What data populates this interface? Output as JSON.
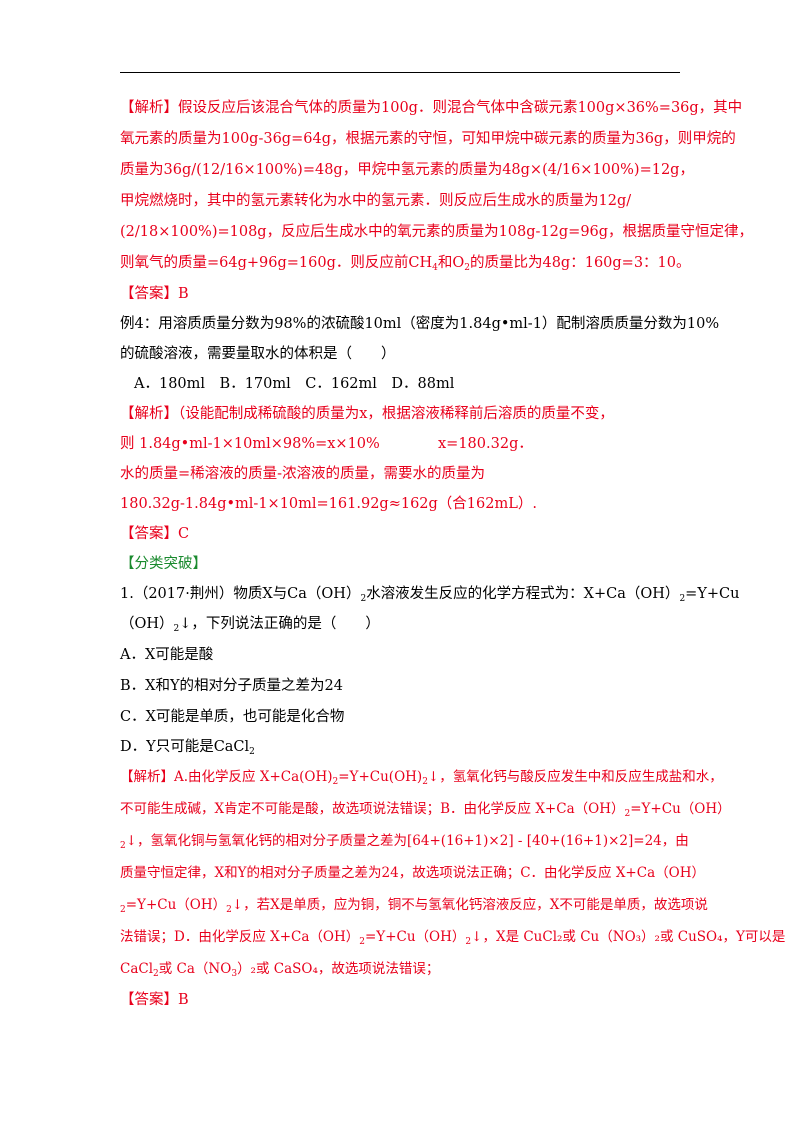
{
  "ex3_analysis": [
    "【解析】假设反应后该混合气体的质量为100g．则混合气体中含碳元素100g×36%=36g，其中",
    "氧元素的质量为100g-36g=64g，根据元素的守恒，可知甲烷中碳元素的质量为36g，则甲烷的",
    "质量为36g/(12/16×100%)=48g，甲烷中氢元素的质量为48g×(4/16×100%)=12g，",
    "甲烷燃烧时，其中的氢元素转化为水中的氢元素．则反应后生成水的质量为12g/",
    "(2/18×100%)=108g，反应后生成水中的氧元素的质量为108g-12g=96g，根据质量守恒定律，"
  ],
  "ex3_last": {
    "a": "则氧气的质量=64g+96g=160g．则反应前CH",
    "s1": "4",
    "b": "和O",
    "s2": "2",
    "c": "的质量比为48g：160g=3：10。"
  },
  "ex3_answer": "【答案】B",
  "ex4_q1": "例4：用溶质质量分数为98%的浓硫酸10ml（密度为1.84g•ml-1）配制溶质质量分数为10%",
  "ex4_q2": "的硫酸溶液，需要量取水的体积是（　　）",
  "ex4_options": "A．180ml　B．170ml　C．162ml　D．88ml",
  "ex4_analysis": [
    "【解析】（设能配制成稀硫酸的质量为x，根据溶液稀释前后溶质的质量不变，",
    "则 1.84g•ml-1×10ml×98%=x×10%",
    "x=180.32g．",
    "水的质量=稀溶液的质量-浓溶液的质量，需要水的质量为",
    "180.32g-1.84g•ml-1×10ml=161.92g≈162g（合162mL）."
  ],
  "ex4_answer": "【答案】C",
  "section": "【分类突破】",
  "q1_l1": {
    "a": "1.（2017·荆州）物质X与Ca（OH）",
    "s1": "2",
    "b": "水溶液发生反应的化学方程式为：X+Ca（OH）",
    "s2": "2",
    "c": "=Y+Cu"
  },
  "q1_l2": {
    "a": "（OH）",
    "s1": "2",
    "b": "↓，下列说法正确的是（　　）"
  },
  "q1_options": [
    "A．X可能是酸",
    "B．X和Y的相对分子质量之差为24",
    "C．X可能是单质，也可能是化合物"
  ],
  "q1_optD": {
    "a": "D．Y只可能是CaCl",
    "s1": "2"
  },
  "q1_analysis": [
    {
      "a": "【解析】A.由化学反应 X+Ca(OH)",
      "s1": "2",
      "b": "=Y+Cu(OH)",
      "s2": "2",
      "c": "↓，氢氧化钙与酸反应发生中和反应生成盐和水，"
    },
    {
      "a": "不可能生成碱，X肯定不可能是酸，故选项说法错误；B．由化学反应 X+Ca（OH）",
      "s1": "2",
      "b": "=Y+Cu（OH）",
      "s2": "",
      "c": ""
    },
    {
      "a": "",
      "s1": "2",
      "b": "↓，氢氧化铜与氢氧化钙的相对分子质量之差为[64+(16+1)×2] - [40+(16+1)×2]=24，由",
      "s2": "",
      "c": ""
    },
    {
      "a": "质量守恒定律，X和Y的相对分子质量之差为24，故选项说法正确；C．由化学反应 X+Ca（OH）",
      "s1": "",
      "b": "",
      "s2": "",
      "c": ""
    },
    {
      "a": "",
      "s1": "2",
      "b": "=Y+Cu（OH）",
      "s2": "2",
      "c": "↓，若X是单质，应为铜，铜不与氢氧化钙溶液反应，X不可能是单质，故选项说"
    },
    {
      "a": "法错误；D．由化学反应 X+Ca（OH）",
      "s1": "2",
      "b": "=Y+Cu（OH）",
      "s2": "2",
      "c": "↓，X是 CuCl₂或 Cu（NO₃）₂或 CuSO₄，Y可以是"
    },
    {
      "a": "CaCl",
      "s1": "2",
      "b": "或 Ca（NO",
      "s2": "3",
      "c": "）₂或 CaSO₄，故选项说法错误；"
    }
  ],
  "q1_answer": "【答案】B"
}
